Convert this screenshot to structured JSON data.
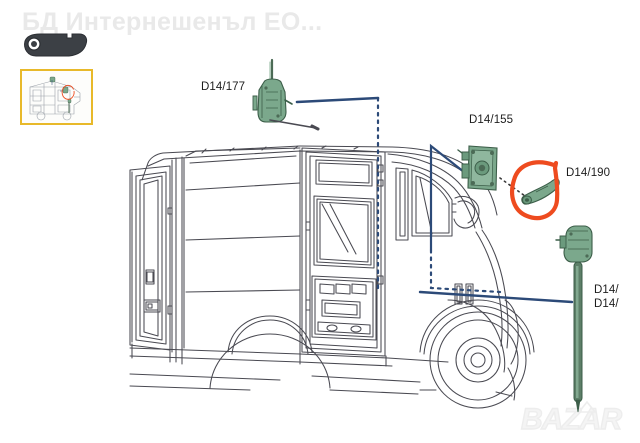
{
  "watermarks": {
    "top_text": "БД Интернешенъл ЕО...",
    "bottom_logo_text": "BAZAR",
    "top_color": "#e9e9e9",
    "bottom_color": "#f2f2f2"
  },
  "diagram": {
    "title": "Van rear door parts exploded diagram",
    "background_color": "#ffffff",
    "line_color": "#4a4a52",
    "part_color": "#7ba88c",
    "part_outline_color": "#3c5e49",
    "connector_line_color": "#2c4a78",
    "annotation_color": "#ee4b1f",
    "thumbnail_border_color": "#e8b92a"
  },
  "labels": {
    "part_177": "D14/177",
    "part_155": "D14/155",
    "part_190": "D14/190",
    "part_bottom_1": "D14/",
    "part_bottom_2": "D14/"
  },
  "icons": {
    "handle_swatch": "door-handle-icon",
    "thumbnail": "diagram-thumbnail-icon"
  }
}
